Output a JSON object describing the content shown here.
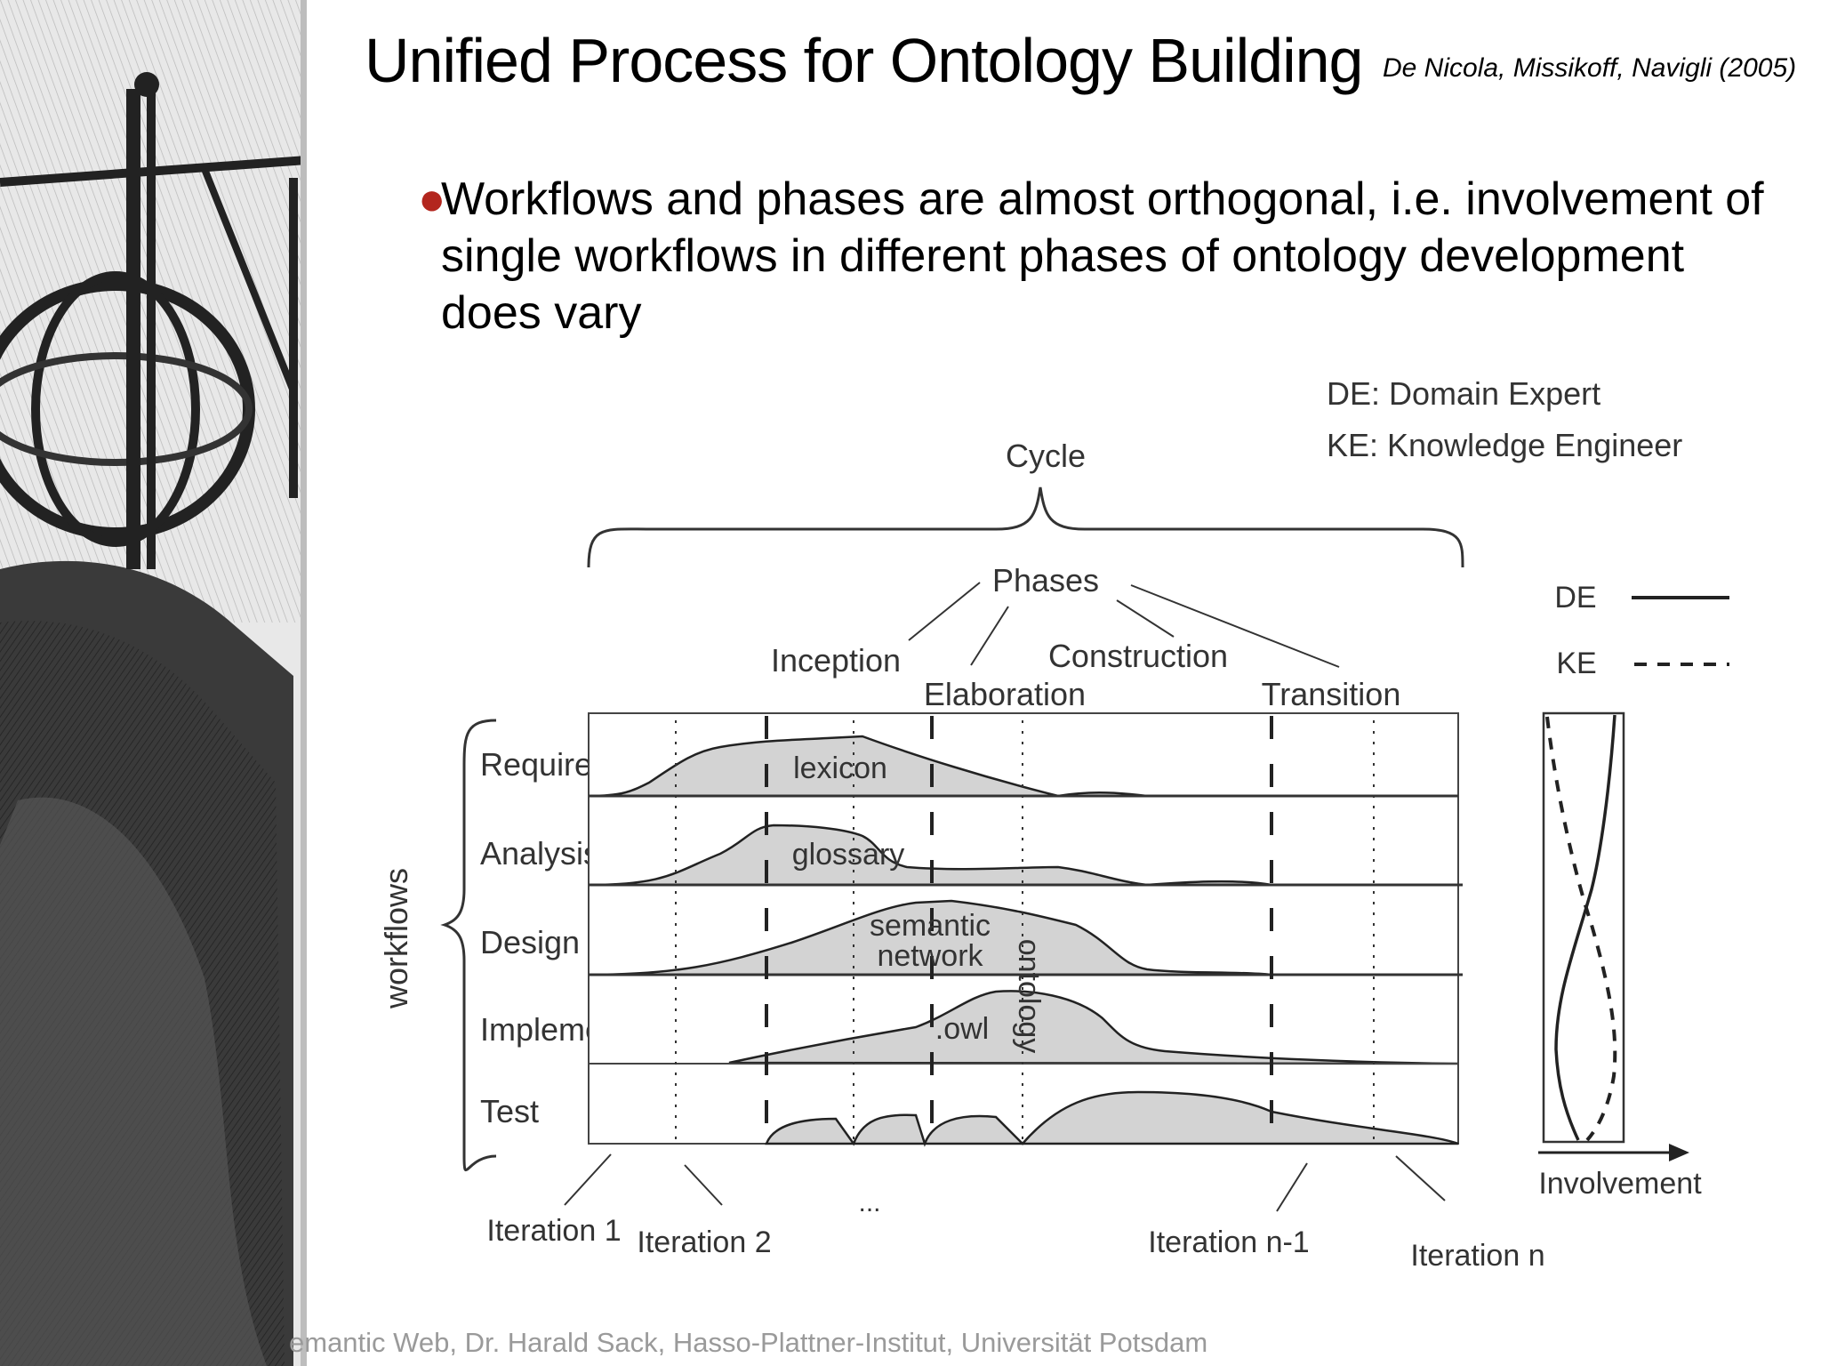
{
  "title": "Unified Process for Ontology Building",
  "citation": "De Nicola, Missikoff, Navigli (2005)",
  "bullet": "Workflows and phases are almost orthogonal, i.e. involvement of single workflows in different phases of ontology development does vary",
  "footer": "emantic Web, Dr. Harald Sack, Hasso-Plattner-Institut, Universität Potsdam",
  "diagram": {
    "legend_de": "DE: Domain Expert",
    "legend_ke": "KE: Knowledge Engineer",
    "cycle": "Cycle",
    "phases": "Phases",
    "phase_labels": [
      "Inception",
      "Elaboration",
      "Construction",
      "Transition"
    ],
    "workflows_label": "workflows",
    "workflows": [
      "Requirements",
      "Analysis",
      "Design",
      "Implementation",
      "Test"
    ],
    "artifacts": [
      "lexicon",
      "glossary",
      "semantic",
      "network",
      ".owl",
      "ontology"
    ],
    "iterations": [
      "Iteration 1",
      "Iteration 2",
      "...",
      "Iteration n-1",
      "Iteration n"
    ],
    "key_de": "DE",
    "key_ke": "KE",
    "involvement": "Involvement"
  }
}
